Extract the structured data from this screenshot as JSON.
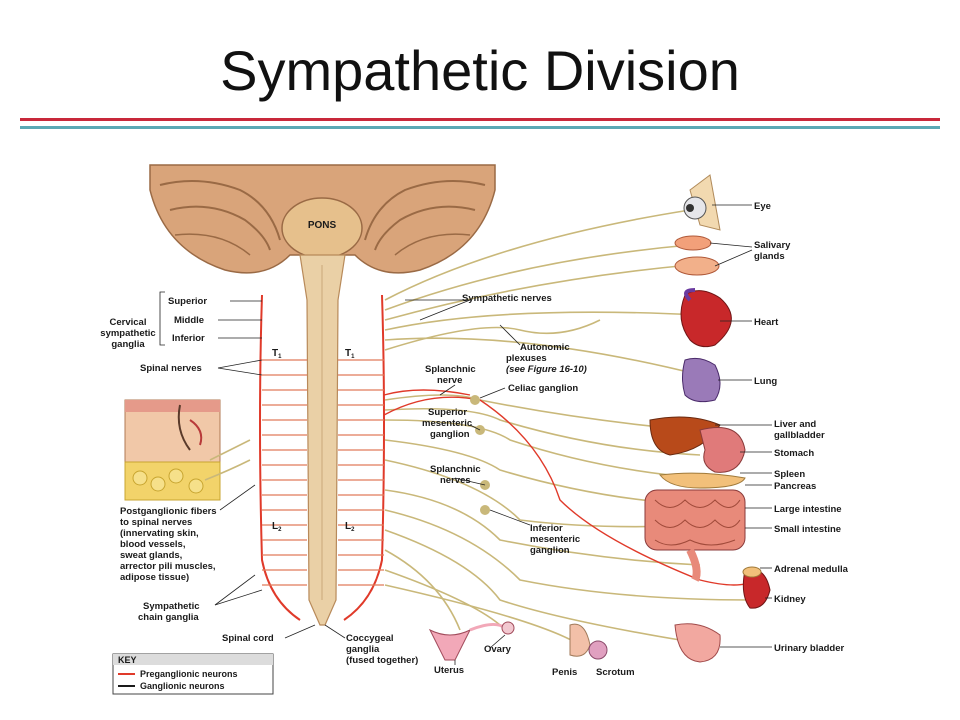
{
  "slide": {
    "title": "Sympathetic Division"
  },
  "brain": {
    "pons_label": "PONS"
  },
  "cervical": {
    "group_label_1": "Cervical",
    "group_label_2": "sympathetic",
    "group_label_3": "ganglia",
    "superior": "Superior",
    "middle": "Middle",
    "inferior": "Inferior"
  },
  "spinal": {
    "t1": "T",
    "t1_sub": "1",
    "l2": "L",
    "l2_sub": "2",
    "spinal_nerves": "Spinal nerves",
    "spinal_cord": "Spinal cord"
  },
  "labels": {
    "sympathetic_nerves": "Sympathetic nerves",
    "autonomic_1": "Autonomic",
    "autonomic_2": "plexuses",
    "autonomic_3": "(see Figure 16-10)",
    "splanchnic_1a": "Splanchnic",
    "splanchnic_1b": "nerve",
    "celiac": "Celiac ganglion",
    "sup_mes_1": "Superior",
    "sup_mes_2": "mesenteric",
    "sup_mes_3": "ganglion",
    "splanchnic_2a": "Splanchnic",
    "splanchnic_2b": "nerves",
    "inf_mes_1": "Inferior",
    "inf_mes_2": "mesenteric",
    "inf_mes_3": "ganglion",
    "postgang_1": "Postganglionic fibers",
    "postgang_2": "to spinal nerves",
    "postgang_3": "(innervating skin,",
    "postgang_4": "blood vessels,",
    "postgang_5": "sweat glands,",
    "postgang_6": "arrector pili muscles,",
    "postgang_7": "adipose tissue)",
    "chain_1": "Sympathetic",
    "chain_2": "chain ganglia",
    "coccygeal_1": "Coccygeal",
    "coccygeal_2": "ganglia",
    "coccygeal_3": "(fused together)"
  },
  "organs": {
    "eye": "Eye",
    "salivary_1": "Salivary",
    "salivary_2": "glands",
    "heart": "Heart",
    "lung": "Lung",
    "liver_1": "Liver and",
    "liver_2": "gallbladder",
    "stomach": "Stomach",
    "spleen": "Spleen",
    "pancreas": "Pancreas",
    "large_intestine": "Large intestine",
    "small_intestine": "Small intestine",
    "adrenal": "Adrenal medulla",
    "kidney": "Kidney",
    "bladder": "Urinary bladder",
    "uterus": "Uterus",
    "ovary": "Ovary",
    "penis": "Penis",
    "scrotum": "Scrotum"
  },
  "key": {
    "title": "KEY",
    "preganglionic": "Preganglionic neurons",
    "ganglionic": "Ganglionic neurons"
  },
  "colors": {
    "title_rule_red": "#c8283a",
    "title_rule_teal": "#5aa8b4",
    "preganglionic": "#e03a2a",
    "ganglionic": "#1a1a1a",
    "nerve": "#c9b87a",
    "cord": "#e8c9a0"
  }
}
